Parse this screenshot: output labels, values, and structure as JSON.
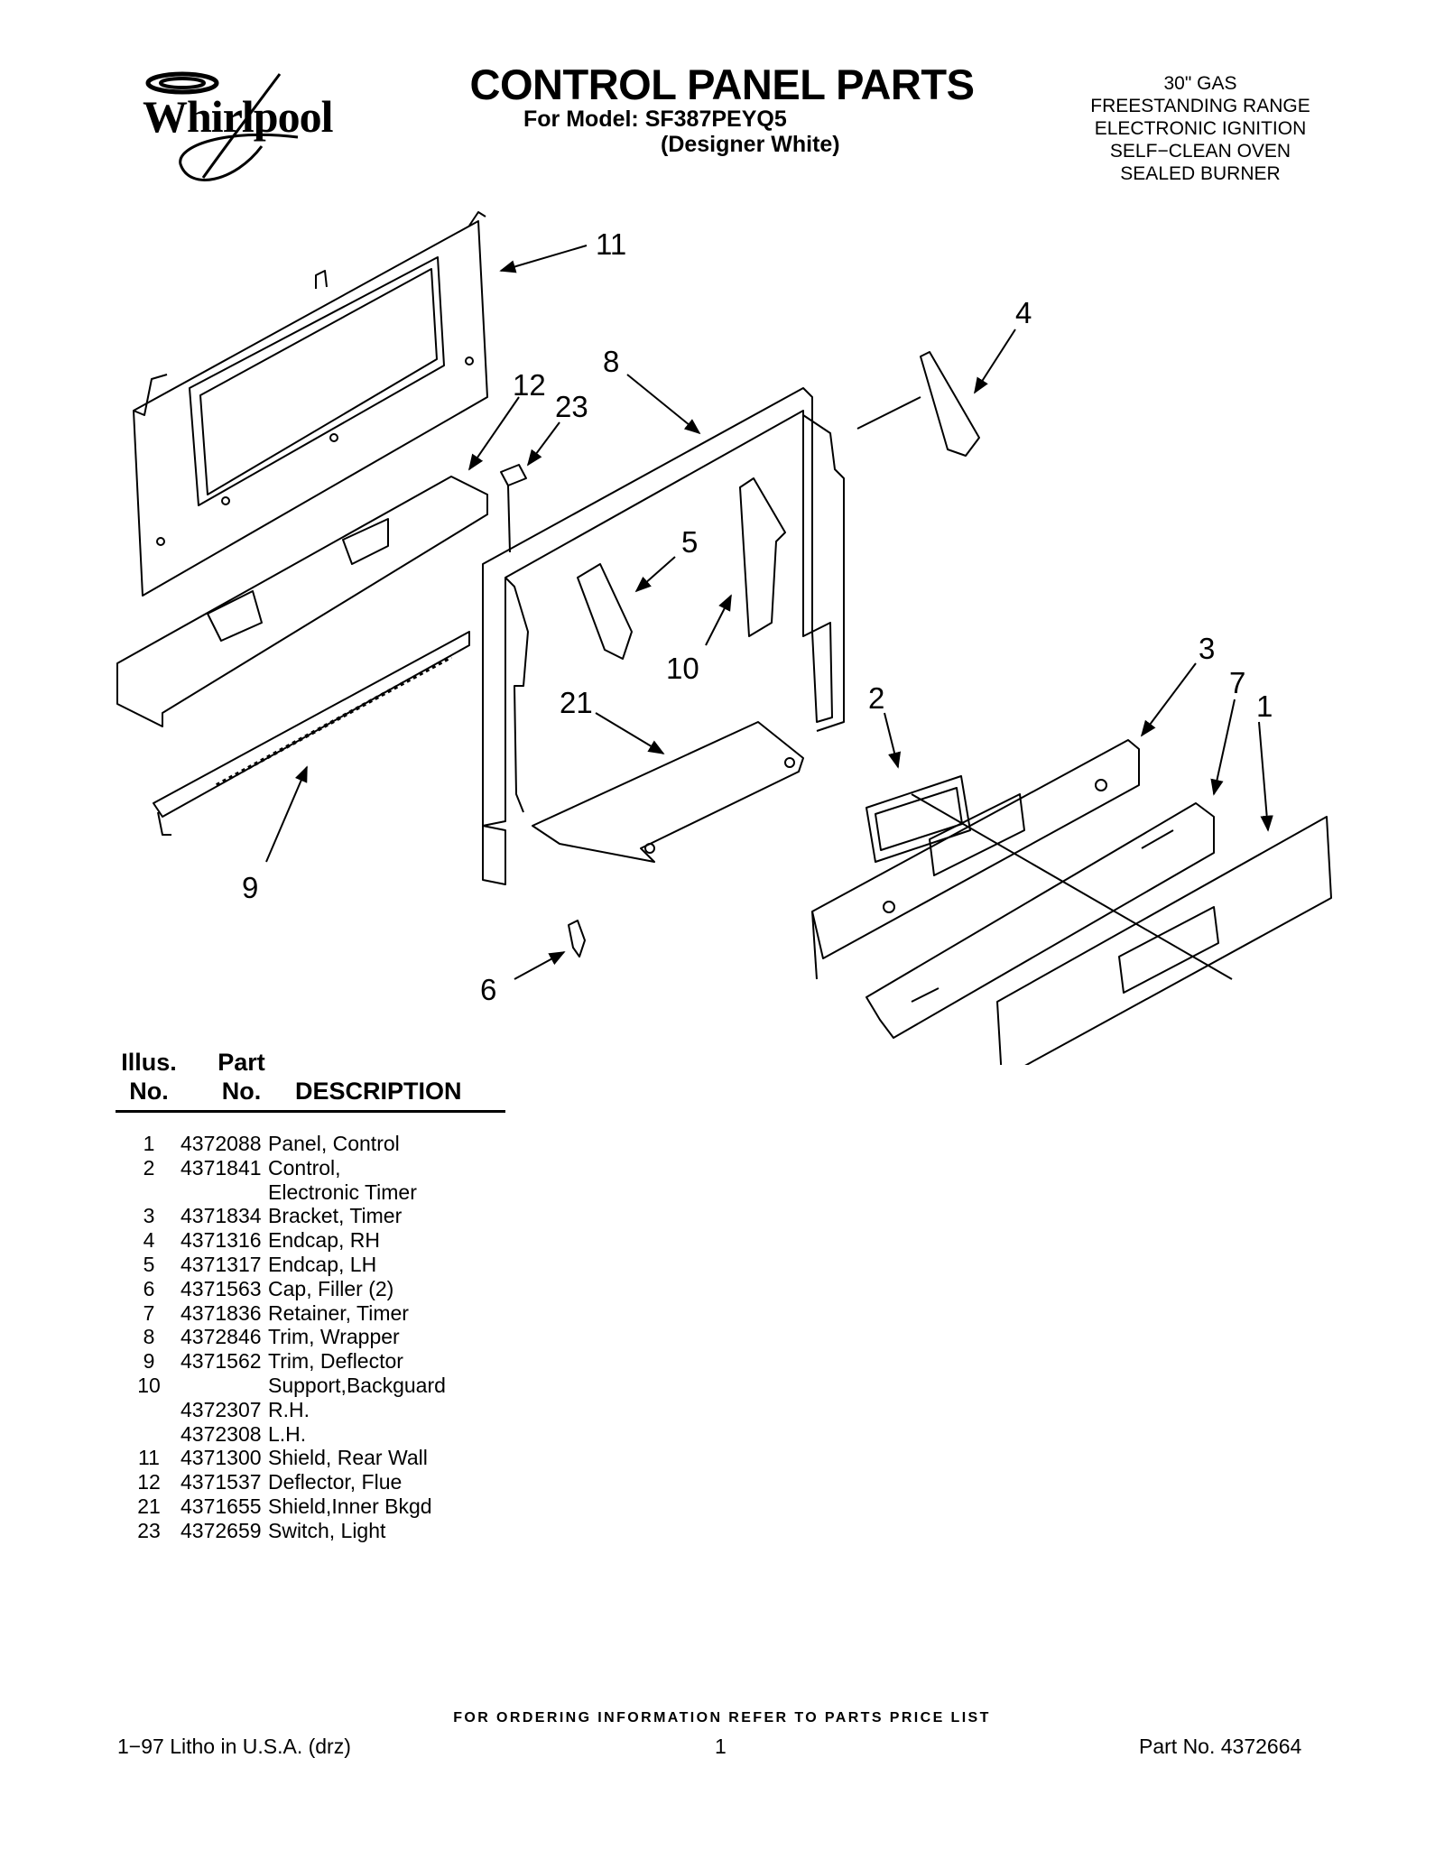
{
  "header": {
    "brand": "Whirlpool",
    "title": "CONTROL PANEL PARTS",
    "model_line": "For Model: SF387PEYQ5",
    "finish_line": "(Designer White)",
    "spec_lines": [
      "30\" GAS",
      "FREESTANDING RANGE",
      "ELECTRONIC IGNITION",
      "SELF−CLEAN OVEN",
      "SEALED BURNER"
    ]
  },
  "diagram": {
    "callouts": {
      "c11": "11",
      "c4": "4",
      "c8": "8",
      "c12": "12",
      "c23": "23",
      "c5": "5",
      "c10": "10",
      "c3": "3",
      "c7": "7",
      "c1": "1",
      "c2": "2",
      "c21": "21",
      "c9": "9",
      "c6": "6"
    }
  },
  "table": {
    "col_illus": [
      "Illus.",
      "No."
    ],
    "col_part": [
      "Part",
      "No."
    ],
    "col_desc": "DESCRIPTION",
    "rows": [
      {
        "illus": "1",
        "part": "4372088",
        "desc": "Panel, Control"
      },
      {
        "illus": "2",
        "part": "4371841",
        "desc": "Control,"
      },
      {
        "illus": "",
        "part": "",
        "desc": "Electronic Timer"
      },
      {
        "illus": "3",
        "part": "4371834",
        "desc": "Bracket, Timer"
      },
      {
        "illus": "4",
        "part": "4371316",
        "desc": "Endcap, RH"
      },
      {
        "illus": "5",
        "part": "4371317",
        "desc": "Endcap, LH"
      },
      {
        "illus": "6",
        "part": "4371563",
        "desc": "Cap, Filler (2)"
      },
      {
        "illus": "7",
        "part": "4371836",
        "desc": "Retainer, Timer"
      },
      {
        "illus": "8",
        "part": "4372846",
        "desc": "Trim, Wrapper"
      },
      {
        "illus": "9",
        "part": "4371562",
        "desc": "Trim, Deflector"
      },
      {
        "illus": "10",
        "part": "",
        "desc": "Support,Backguard"
      },
      {
        "illus": "",
        "part": "4372307",
        "desc": "R.H."
      },
      {
        "illus": "",
        "part": "4372308",
        "desc": "L.H."
      },
      {
        "illus": "11",
        "part": "4371300",
        "desc": "Shield, Rear Wall"
      },
      {
        "illus": "12",
        "part": "4371537",
        "desc": "Deflector, Flue"
      },
      {
        "illus": "21",
        "part": "4371655",
        "desc": "Shield,Inner Bkgd"
      },
      {
        "illus": "23",
        "part": "4372659",
        "desc": "Switch, Light"
      }
    ]
  },
  "footer": {
    "ordering": "FOR ORDERING INFORMATION REFER TO PARTS PRICE LIST",
    "left": "1−97 Litho in U.S.A. (drz)",
    "center": "1",
    "right": "Part No. 4372664"
  }
}
